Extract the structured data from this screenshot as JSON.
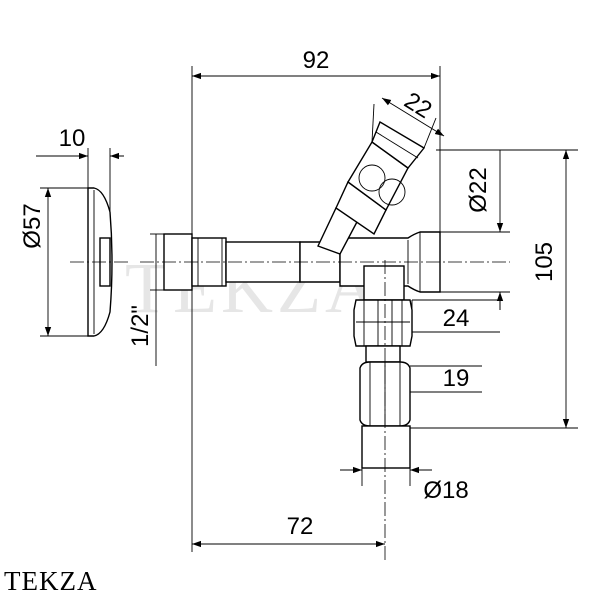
{
  "watermark": "TEKZA",
  "brand": "TEKZA",
  "dimensions": {
    "total_width": "92",
    "handle_size": "22",
    "rosette_depth": "10",
    "rosette_diameter": "Ø57",
    "inlet_thread": "1/2\"",
    "handle_diameter": "Ø22",
    "total_height": "105",
    "nut_size": "24",
    "connector_size": "19",
    "outlet_diameter": "Ø18",
    "outlet_offset": "72"
  },
  "colors": {
    "line": "#000000",
    "background": "#ffffff",
    "watermark": "#e6e6e6"
  }
}
